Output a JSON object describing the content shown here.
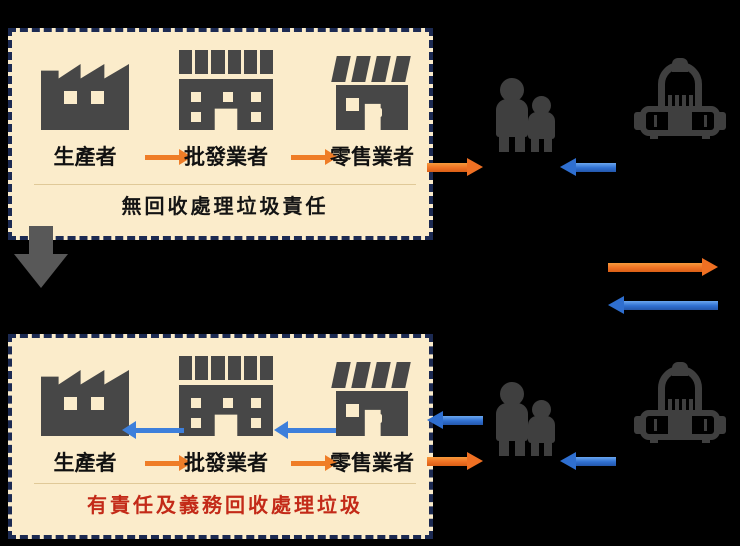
{
  "diagram": {
    "title_top": "無回收處理垃圾責任",
    "title_bottom": "有責任及義務回收處理垃圾",
    "colors": {
      "panel_background": "#fbeccb",
      "panel_border": "#1c2a52",
      "icon_fill": "#474747",
      "dark_icon_fill": "#3f3f3f",
      "arrow_orange": "#ef7023",
      "arrow_blue": "#2f6fd0",
      "text_black": "#141414",
      "text_red": "#c32a18",
      "canvas_background": "#000000"
    }
  },
  "panels": [
    {
      "id": "top",
      "caption": "無回收處理垃圾責任",
      "caption_color": "#141414",
      "nodes": [
        {
          "label": "生產者",
          "icon": "factory-icon"
        },
        {
          "label": "批發業者",
          "icon": "warehouse-icon"
        },
        {
          "label": "零售業者",
          "icon": "retail-store-icon"
        }
      ],
      "flow_arrows": [
        {
          "from": "生產者",
          "to": "批發業者",
          "direction": "right",
          "color": "#ef7023"
        },
        {
          "from": "批發業者",
          "to": "零售業者",
          "direction": "right",
          "color": "#ef7023"
        }
      ]
    },
    {
      "id": "bottom",
      "caption": "有責任及義務回收處理垃圾",
      "caption_color": "#c32a18",
      "nodes": [
        {
          "label": "生產者",
          "icon": "factory-icon"
        },
        {
          "label": "批發業者",
          "icon": "warehouse-icon"
        },
        {
          "label": "零售業者",
          "icon": "retail-store-icon"
        }
      ],
      "flow_arrows": [
        {
          "from": "生產者",
          "to": "批發業者",
          "direction": "right",
          "color": "#ef7023"
        },
        {
          "from": "批發業者",
          "to": "零售業者",
          "direction": "right",
          "color": "#ef7023"
        },
        {
          "from": "批發業者",
          "to": "生產者",
          "direction": "left",
          "color": "#2f6fd0"
        },
        {
          "from": "零售業者",
          "to": "批發業者",
          "direction": "left",
          "color": "#2f6fd0"
        }
      ]
    }
  ],
  "external_nodes": [
    {
      "id": "consumers-top",
      "icon": "people-icon",
      "row": "top"
    },
    {
      "id": "recycling-plant-top",
      "icon": "recycling-plant-icon",
      "row": "top"
    },
    {
      "id": "consumers-bottom",
      "icon": "people-icon",
      "row": "bottom"
    },
    {
      "id": "recycling-plant-bottom",
      "icon": "recycling-plant-icon",
      "row": "bottom"
    }
  ],
  "connector_arrows": [
    {
      "id": "top-retail-to-consumer",
      "direction": "right",
      "color": "#ef7023"
    },
    {
      "id": "top-plant-to-consumer",
      "direction": "left",
      "color": "#2f6fd0"
    },
    {
      "id": "mid-long-right",
      "direction": "right",
      "color": "#ef7023"
    },
    {
      "id": "mid-long-left",
      "direction": "left",
      "color": "#2f6fd0"
    },
    {
      "id": "bottom-consumer-to-retail",
      "direction": "left",
      "color": "#2f6fd0"
    },
    {
      "id": "bottom-retail-to-consumer",
      "direction": "right",
      "color": "#ef7023"
    },
    {
      "id": "bottom-plant-to-consumer",
      "direction": "left",
      "color": "#2f6fd0"
    }
  ],
  "transition": {
    "icon": "down-arrow-icon",
    "color": "#585858"
  }
}
